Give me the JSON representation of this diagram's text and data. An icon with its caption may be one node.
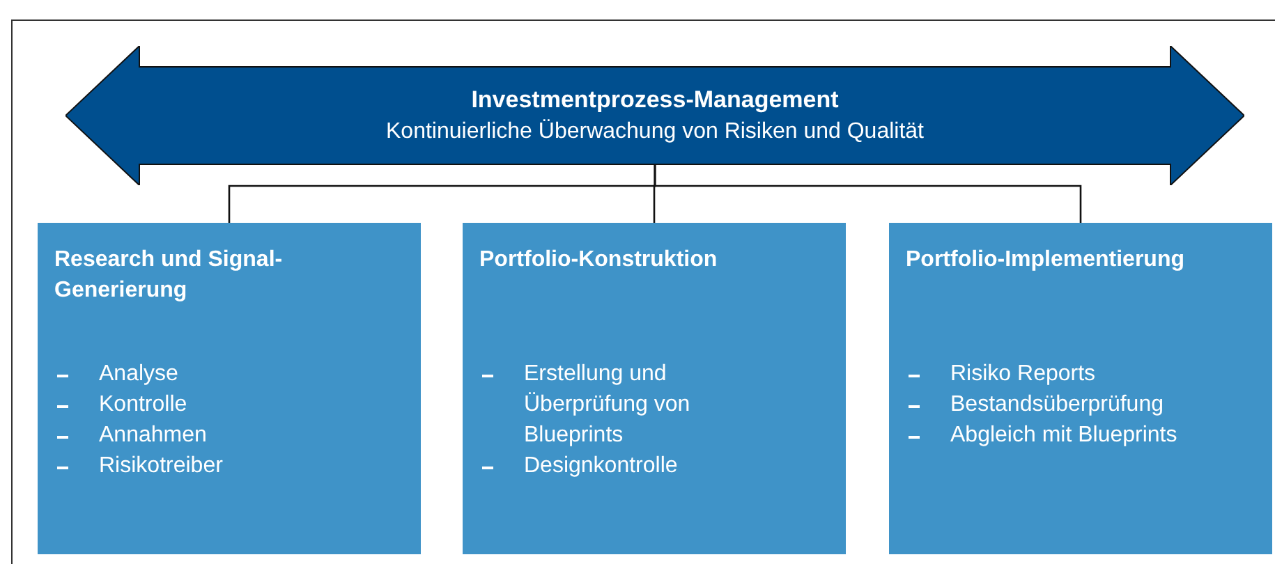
{
  "diagram": {
    "nodes": [
      {
        "text": [
          "Investmentprozess-Management",
          "Kontinuierliche Überwachung von Risiken und Qualität"
        ]
      },
      {
        "text": [
          "Research und Signal-Generierung",
          "Analyse",
          "Kontrolle",
          "Annahmen",
          "Risikotreiber"
        ]
      },
      {
        "text": [
          "Portfolio-Konstruktion",
          "Erstellung und Überprüfung von Blueprints",
          "Designkontrolle"
        ]
      },
      {
        "text": [
          "Portfolio-Implementierung",
          "Risiko Reports",
          "Bestandsüberprüfung",
          "Abgleich mit Blueprints"
        ]
      }
    ],
    "edges": [
      {
        "from": 0,
        "to": 1,
        "arrow": "none"
      },
      {
        "from": 0,
        "to": 2,
        "arrow": "none"
      },
      {
        "from": 0,
        "to": 3,
        "arrow": "none"
      }
    ]
  }
}
